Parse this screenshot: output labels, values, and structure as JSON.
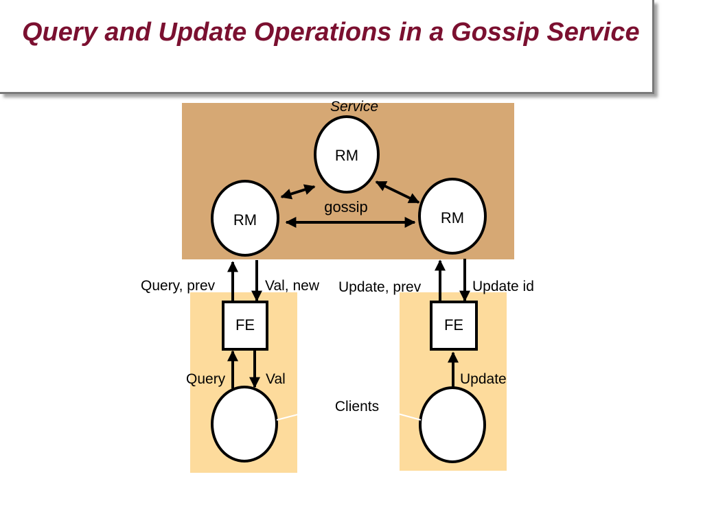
{
  "title": "Query and Update Operations in a Gossip Service",
  "service_label": "Service",
  "rm_top": "RM",
  "rm_left": "RM",
  "rm_right": "RM",
  "gossip_label": "gossip",
  "left_fe": {
    "up_label": "Query, prev",
    "down_label": "Val, new",
    "box": "FE",
    "client_up_label": "Query",
    "client_down_label": "Val"
  },
  "right_fe": {
    "up_label": "Update, prev",
    "down_label": "Update id",
    "box": "FE",
    "client_up_label": "Update"
  },
  "clients_label": "Clients",
  "colors": {
    "title": "#7b1030",
    "service_bg": "#d6a874",
    "client_area_bg": "#fddb9c",
    "stroke": "#000000",
    "node_fill": "#ffffff"
  }
}
